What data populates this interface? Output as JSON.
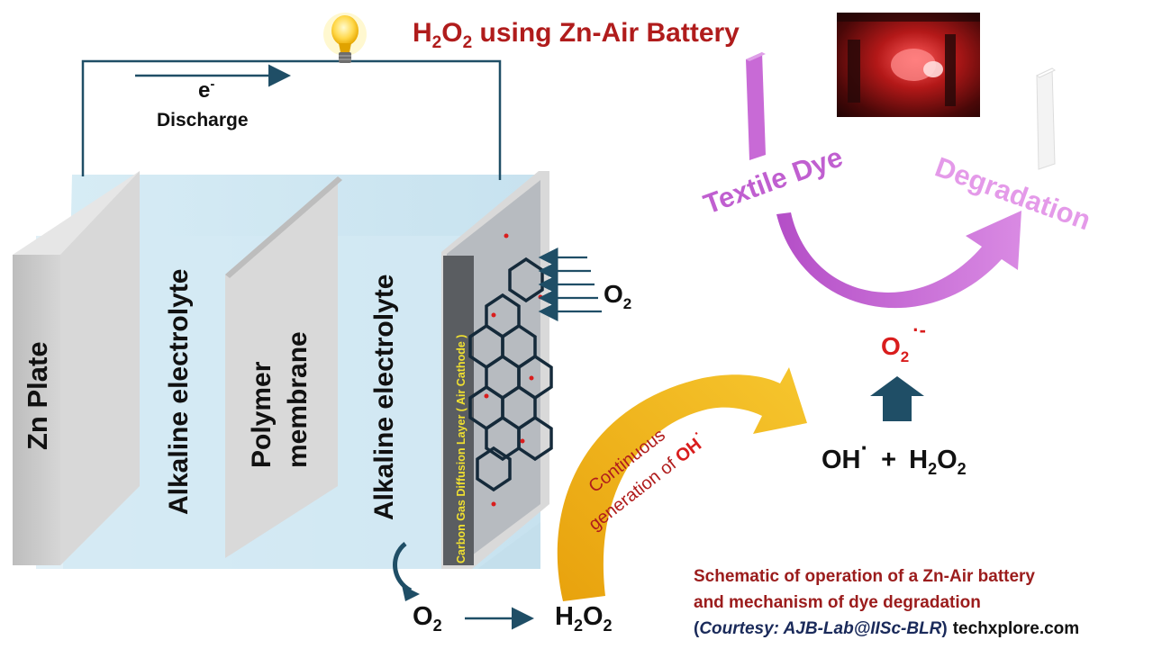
{
  "title": {
    "main": "H",
    "sub1": "2",
    "mid": "O",
    "sub2": "2",
    "rest": " using Zn-Air Battery"
  },
  "circuit": {
    "electron": "e",
    "electron_sup": "-",
    "discharge": "Discharge"
  },
  "battery": {
    "zn_plate": "Zn Plate",
    "electrolyte_left": "Alkaline electrolyte",
    "membrane_line1": "Polymer",
    "membrane_line2": "membrane",
    "electrolyte_right": "Alkaline electrolyte",
    "cathode": "Carbon Gas Diffusion Layer ( Air Cathode )"
  },
  "oxygen_in": {
    "label": "O",
    "sub": "2"
  },
  "bottom_reaction": {
    "reactant": "O",
    "reactant_sub": "2",
    "product": "H",
    "product_sub1": "2",
    "product_mid": "O",
    "product_sub2": "2"
  },
  "arrow_label": {
    "line1": "Continuous",
    "line2": "generation of ",
    "oh": "OH",
    "oh_sup": "·"
  },
  "mechanism": {
    "superoxide": "O",
    "superoxide_sub": "2",
    "superoxide_sup": "·-",
    "oh": "OH",
    "oh_sup": "·",
    "plus": "+",
    "h": "H",
    "h_sub1": "2",
    "o": "O",
    "o_sub2": "2"
  },
  "dye": {
    "textile": "Textile Dye",
    "degradation": "Degradation"
  },
  "caption": {
    "line1": "Schematic of operation of a Zn-Air battery",
    "line2": "and mechanism of dye degradation",
    "open_paren": "(",
    "courtesy": "Courtesy: AJB-Lab@IISc-BLR",
    "close_paren": ")",
    "site": "techxplore.com"
  },
  "colors": {
    "title": "#b01c1c",
    "caption": "#9b1c1c",
    "circuit": "#1f4e66",
    "electrolyte": "#cfe7f2",
    "plate": "#c9c9c9",
    "dye": "#c05fd0",
    "arrow_gold": "#f2b417",
    "superoxide": "#d91d1d",
    "cathode_text": "#f0e030"
  },
  "icons": [
    "lightbulb-icon",
    "up-arrow-icon",
    "curved-arrow-icon"
  ]
}
